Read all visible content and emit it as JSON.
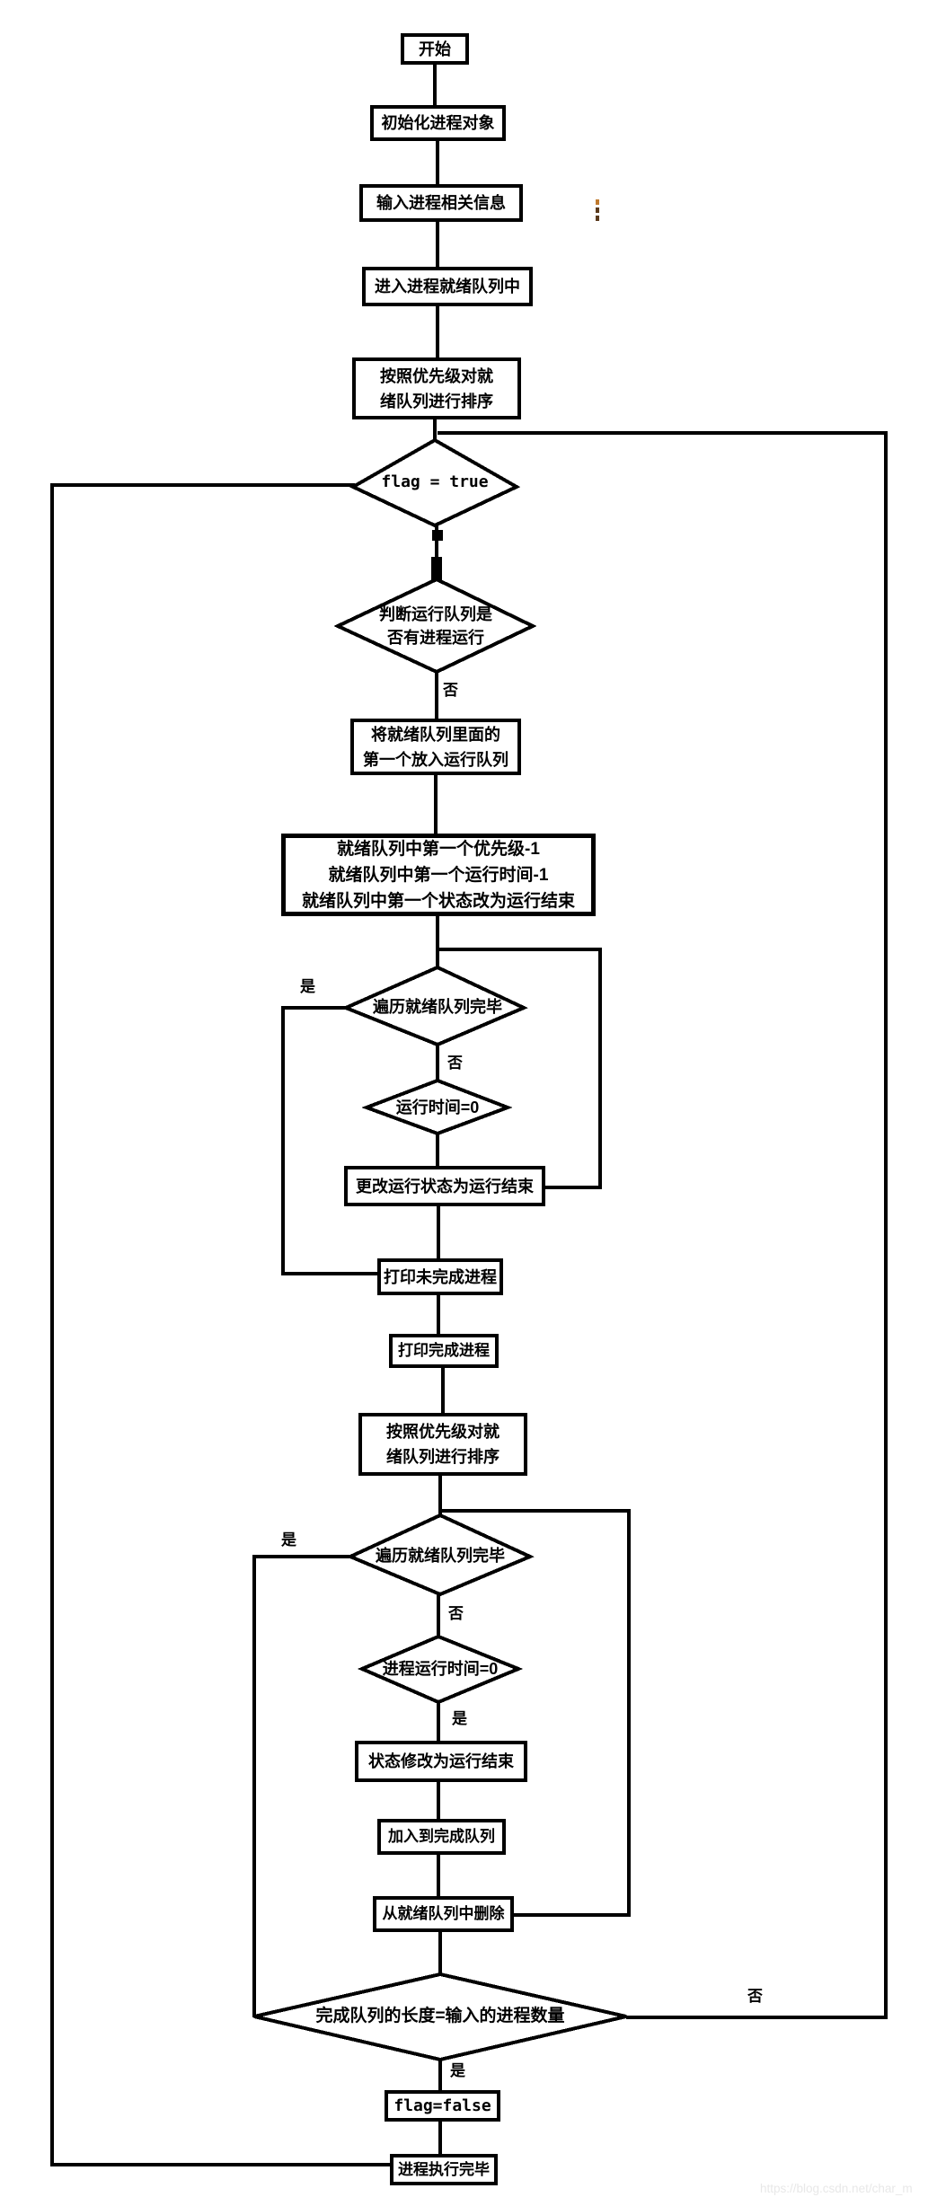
{
  "diagram": {
    "title_hint": "priority process scheduling flowchart",
    "colors": {
      "line": "#000000",
      "background": "#ffffff",
      "watermark": "#e8e8e8"
    },
    "nodes": {
      "start": {
        "label": "开始",
        "shape": "rect"
      },
      "init": {
        "label": "初始化进程对象",
        "shape": "rect"
      },
      "input": {
        "label": "输入进程相关信息",
        "shape": "rect"
      },
      "enqueue": {
        "label": "进入进程就绪队列中",
        "shape": "rect"
      },
      "sort1": {
        "label": "按照优先级对就\n绪队列进行排序",
        "shape": "rect"
      },
      "flag_check": {
        "label": "flag = true",
        "shape": "diamond"
      },
      "run_check": {
        "label": "判断运行队列是\n否有进程运行",
        "shape": "diamond"
      },
      "move_first": {
        "label": "将就绪队列里面的\n第一个放入运行队列",
        "shape": "rect"
      },
      "update_first": {
        "label": "就绪队列中第一个优先级-1\n就绪队列中第一个运行时间-1\n就绪队列中第一个状态改为运行结束",
        "shape": "rect"
      },
      "traverse1": {
        "label": "遍历就绪队列完毕",
        "shape": "diamond"
      },
      "time_check": {
        "label": "运行时间=0",
        "shape": "diamond"
      },
      "update_status": {
        "label": "更改运行状态为运行结束",
        "shape": "rect"
      },
      "print_unfinished": {
        "label": "打印未完成进程",
        "shape": "rect"
      },
      "print_finished": {
        "label": "打印完成进程",
        "shape": "rect"
      },
      "sort2": {
        "label": "按照优先级对就\n绪队列进行排序",
        "shape": "rect"
      },
      "traverse2": {
        "label": "遍历就绪队列完毕",
        "shape": "diamond"
      },
      "ptime_check": {
        "label": "进程运行时间=0",
        "shape": "diamond"
      },
      "status_done": {
        "label": "状态修改为运行结束",
        "shape": "rect"
      },
      "add_done": {
        "label": "加入到完成队列",
        "shape": "rect"
      },
      "remove_ready": {
        "label": "从就绪队列中删除",
        "shape": "rect"
      },
      "done_check": {
        "label": "完成队列的长度=输入的进程数量",
        "shape": "diamond"
      },
      "flag_false": {
        "label": "flag=false",
        "shape": "rect"
      },
      "end": {
        "label": "进程执行完毕",
        "shape": "rect"
      }
    },
    "edge_labels": {
      "run_check_no": "否",
      "traverse1_yes": "是",
      "traverse1_no": "否",
      "traverse2_yes": "是",
      "traverse2_no": "否",
      "ptime_yes": "是",
      "done_yes": "是",
      "done_no": "否"
    }
  },
  "watermark": {
    "text": "https://blog.csdn.net/char_m"
  }
}
